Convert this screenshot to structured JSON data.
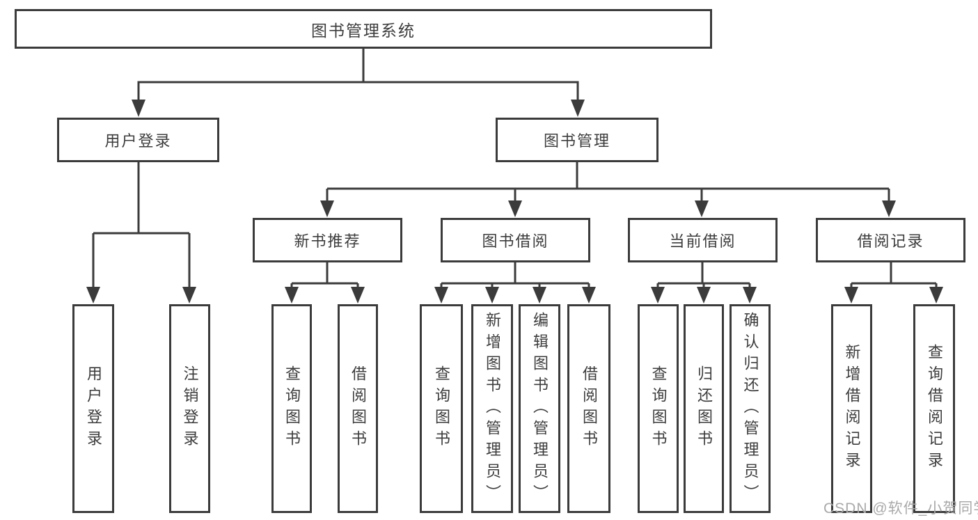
{
  "diagram": {
    "root": {
      "label": "图书管理系统"
    },
    "level2": [
      {
        "label": "用户登录"
      },
      {
        "label": "图书管理"
      }
    ],
    "level3": [
      {
        "label": "新书推荐"
      },
      {
        "label": "图书借阅"
      },
      {
        "label": "当前借阅"
      },
      {
        "label": "借阅记录"
      }
    ],
    "leaves": [
      {
        "label": "用户登录"
      },
      {
        "label": "注销登录"
      },
      {
        "label": "查询图书"
      },
      {
        "label": "借阅图书"
      },
      {
        "label": "查询图书"
      },
      {
        "label": "新增图书（管理员）"
      },
      {
        "label": "编辑图书（管理员）"
      },
      {
        "label": "借阅图书"
      },
      {
        "label": "查询图书"
      },
      {
        "label": "归还图书"
      },
      {
        "label": "确认归还（管理员）"
      },
      {
        "label": "新增借阅记录"
      },
      {
        "label": "查询借阅记录"
      }
    ],
    "line_color": "#3b3b3b",
    "text_color": "#3c3c3c"
  },
  "watermark": {
    "text": "CSDN @软件_小贺同学",
    "color": "#a9a9a9"
  }
}
